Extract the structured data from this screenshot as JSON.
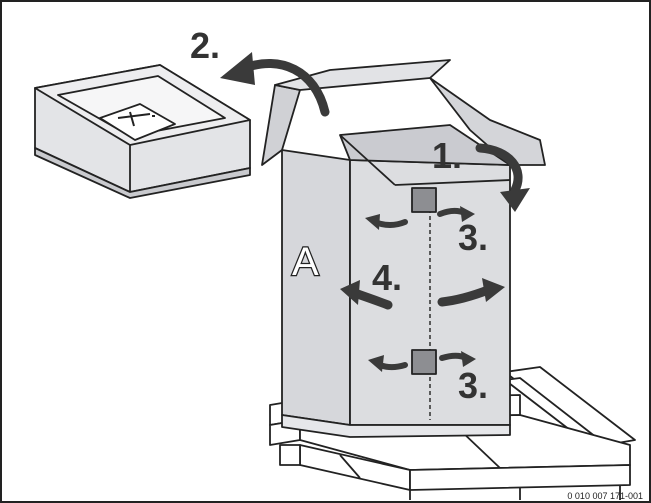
{
  "steps": {
    "open_flaps": "1.",
    "remove_lid": "2.",
    "cut_straps": "3.",
    "cut_straps_lower": "3.",
    "fold_sides": "4."
  },
  "panel_letter": "A",
  "figure_ref": "0 010 007 171-001",
  "colors": {
    "carton": "#dcdde0",
    "carton_shade": "#c8c9cd",
    "arrow": "#3a3a3a",
    "outline": "#222222"
  }
}
